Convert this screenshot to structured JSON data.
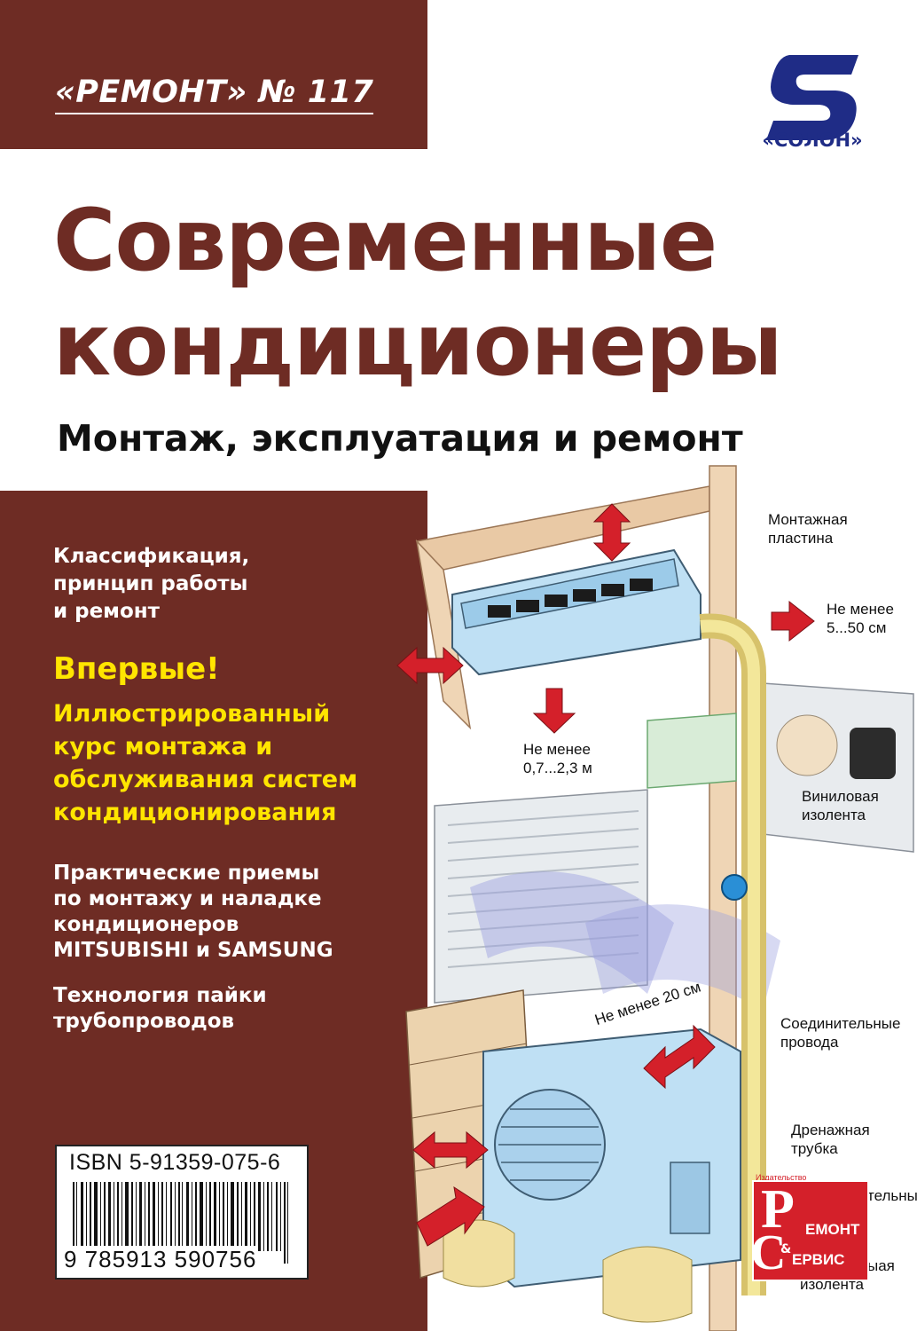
{
  "cover": {
    "series": "«РЕМОНТ» № 117",
    "publisher": "«СОЛОН»",
    "title_line1": "Современные",
    "title_line2": "кондиционеры",
    "subtitle": "Монтаж, эксплуатация и ремонт"
  },
  "sidebar": {
    "block1": [
      "Классификация,",
      "принцип работы",
      "и ремонт"
    ],
    "first_time": "Впервые!",
    "course": [
      "Иллюстрированный",
      "курс монтажа и",
      "обслуживания систем",
      "кондиционирования"
    ],
    "block3": [
      "Практические приемы",
      "по монтажу и наладке",
      "кондиционеров",
      "MITSUBISHI и SAMSUNG"
    ],
    "block4": [
      "Технология пайки",
      "трубопроводов"
    ]
  },
  "barcode": {
    "isbn": "ISBN 5-91359-075-6",
    "ean": "9 785913 590756"
  },
  "illustration": {
    "labels": {
      "mount_plate": [
        "Монтажная",
        "пластина"
      ],
      "min_5_50": [
        "Не менее",
        "5...50 см"
      ],
      "min_07_23": [
        "Не менее",
        "0,7...2,3 м"
      ],
      "vinyl_tape": [
        "Виниловая",
        "изолента"
      ],
      "min_20": "Не менее 20 см",
      "wires": [
        "Соединительные",
        "провода"
      ],
      "drain": [
        "Дренажная",
        "трубка"
      ],
      "partial_1": "тельны",
      "partial_2": [
        "ыая",
        "изолента"
      ]
    }
  },
  "badge": {
    "top": "Издательство",
    "R": "Р",
    "C": "С",
    "amp": "&",
    "line1": "ЕМОНТ",
    "line2": "ЕРВИС"
  },
  "colors": {
    "brown": "#6e2c24",
    "yellow": "#ffe500",
    "navy": "#1f2c86",
    "red": "#d4202a"
  }
}
